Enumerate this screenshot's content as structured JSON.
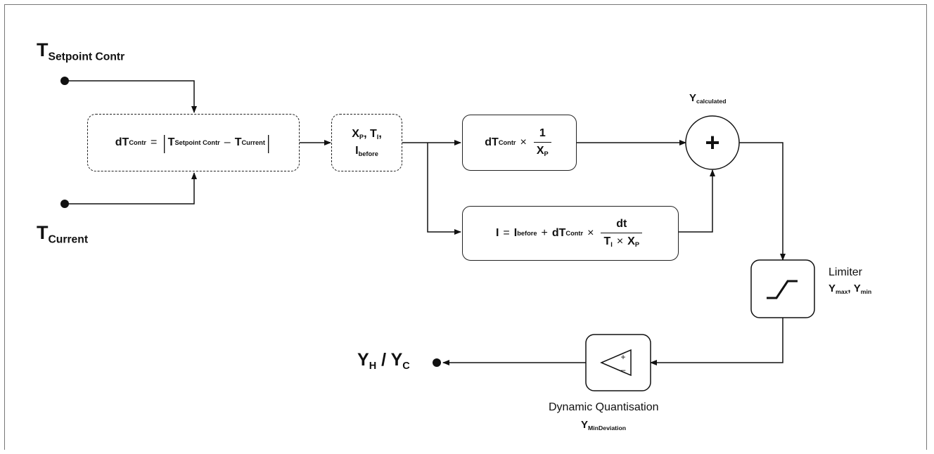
{
  "inputs": {
    "setpoint": {
      "main": "T",
      "sub": "Setpoint Contr"
    },
    "current": {
      "main": "T",
      "sub": "Current"
    }
  },
  "difference_block": {
    "lhs_main": "dT",
    "lhs_sub": "Contr",
    "equals": "=",
    "abs_bar": "|",
    "a_main": "T",
    "a_sub": "Setpoint Contr",
    "minus": "–",
    "b_main": "T",
    "b_sub": "Current"
  },
  "params_block": {
    "xp_main": "X",
    "xp_sub": "P",
    "sep1": ",",
    "ti_main": "T",
    "ti_sub": "I",
    "sep2": ",",
    "ib_main": "I",
    "ib_sub": "before"
  },
  "p_block": {
    "dt_main": "dT",
    "dt_sub": "Contr",
    "times": "×",
    "num": "1",
    "den_main": "X",
    "den_sub": "P"
  },
  "i_block": {
    "lhs": "I",
    "equals": "=",
    "ib_main": "I",
    "ib_sub": "before",
    "plus": "+",
    "dt_main": "dT",
    "dt_sub": "Contr",
    "times": "×",
    "num": "dt",
    "den_a_main": "T",
    "den_a_sub": "I",
    "den_times": "×",
    "den_b_main": "X",
    "den_b_sub": "P"
  },
  "summer": {
    "symbol": "+",
    "label_main": "Y",
    "label_sub": "calculated"
  },
  "limiter": {
    "title": "Limiter",
    "max_main": "Y",
    "max_sub": "max",
    "sep": ",",
    "min_main": "Y",
    "min_sub": "min"
  },
  "quantiser": {
    "plus": "+",
    "minus": "–",
    "title": "Dynamic Quantisation",
    "param_main": "Y",
    "param_sub": "MinDeviation"
  },
  "output": {
    "h_main": "Y",
    "h_sub": "H",
    "slash": "/",
    "c_main": "Y",
    "c_sub": "C"
  }
}
